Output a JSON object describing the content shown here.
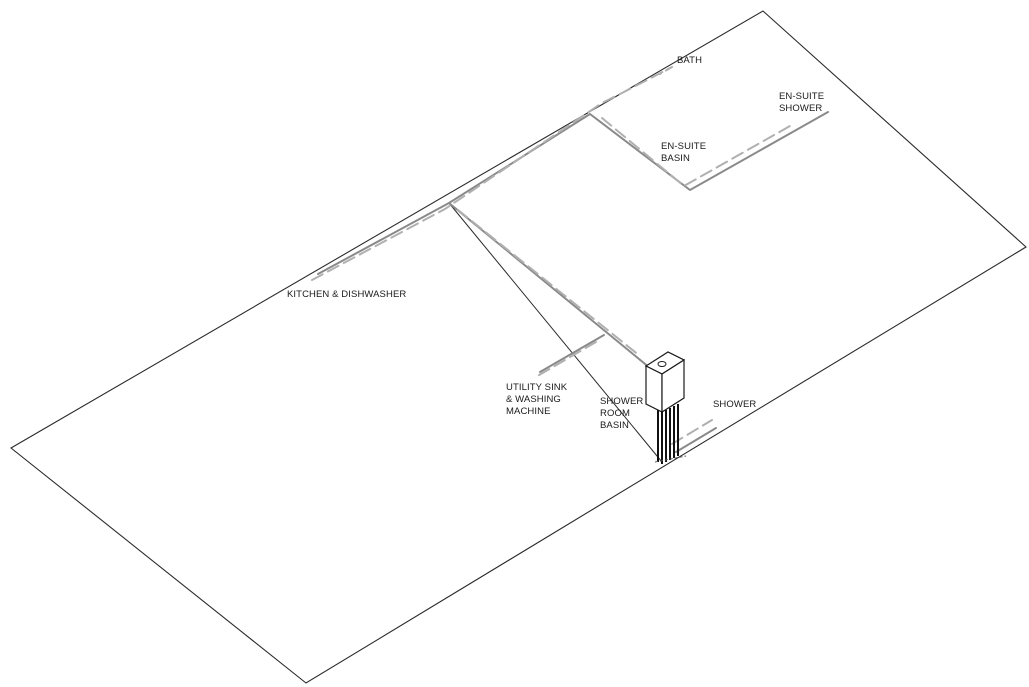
{
  "diagram": {
    "labels": {
      "bath": "BATH",
      "ensuite_shower_l1": "EN-SUITE",
      "ensuite_shower_l2": "SHOWER",
      "ensuite_basin_l1": "EN-SUITE",
      "ensuite_basin_l2": "BASIN",
      "kitchen": "KITCHEN & DISHWASHER",
      "utility_l1": "UTILITY SINK",
      "utility_l2": "& WASHING",
      "utility_l3": "MACHINE",
      "shower_room_l1": "SHOWER",
      "shower_room_l2": "ROOM",
      "shower_room_l3": "BASIN",
      "shower": "SHOWER"
    },
    "colors": {
      "outline": "#2a2a2a",
      "hot_pipe": "#8a8a8a",
      "cold_pipe": "#b0b0b0",
      "heater_body": "#ffffff",
      "heater_pipes": "#111111"
    }
  }
}
